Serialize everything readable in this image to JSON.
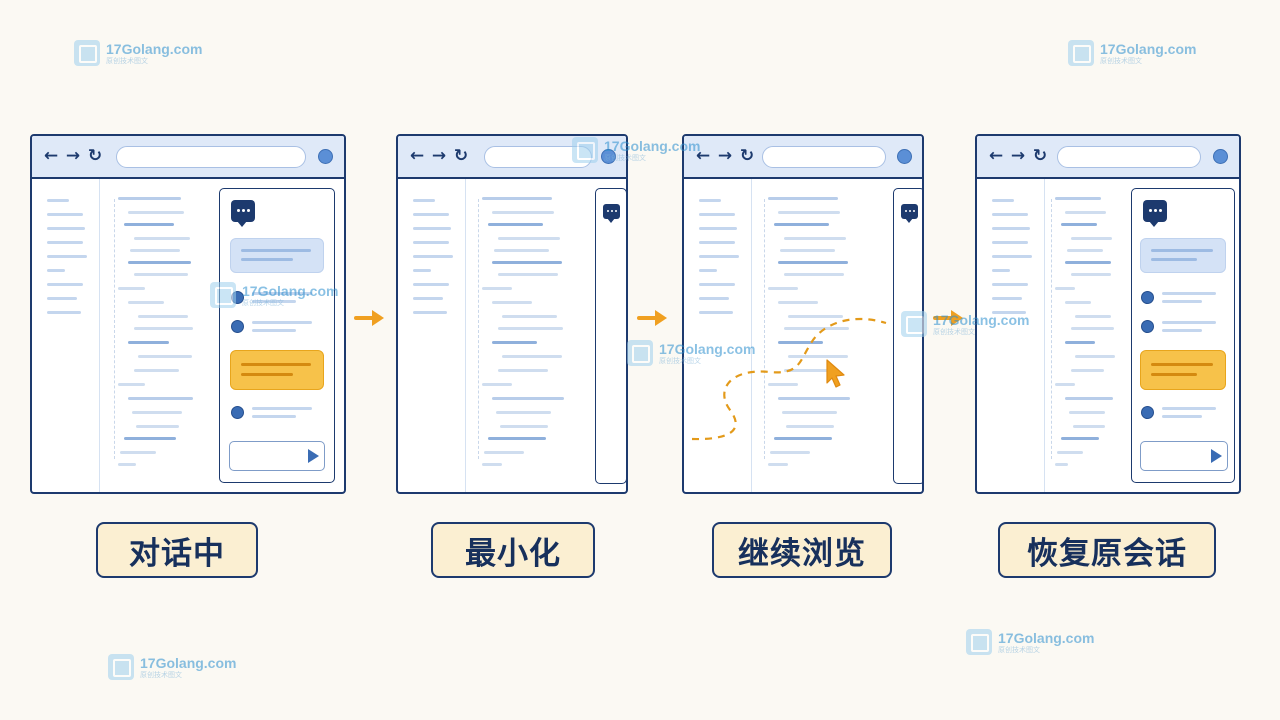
{
  "steps": [
    {
      "label": "对话中"
    },
    {
      "label": "最小化"
    },
    {
      "label": "继续浏览"
    },
    {
      "label": "恢复原会话"
    }
  ],
  "browser": {
    "nav_icons": [
      "back-arrow-icon",
      "forward-arrow-icon",
      "reload-icon"
    ],
    "nav_glyphs": {
      "back": "←",
      "forward": "→",
      "reload": "↻"
    }
  },
  "watermark": {
    "brand": "17Golang.com",
    "sub": "原创技术图文"
  },
  "colors": {
    "navy": "#1d3a6e",
    "accent_orange": "#f5a623",
    "bubble_blue": "#d4e2f6",
    "bubble_orange": "#f7c24a",
    "label_fill": "#fbefd2",
    "background": "#fbf9f3"
  }
}
